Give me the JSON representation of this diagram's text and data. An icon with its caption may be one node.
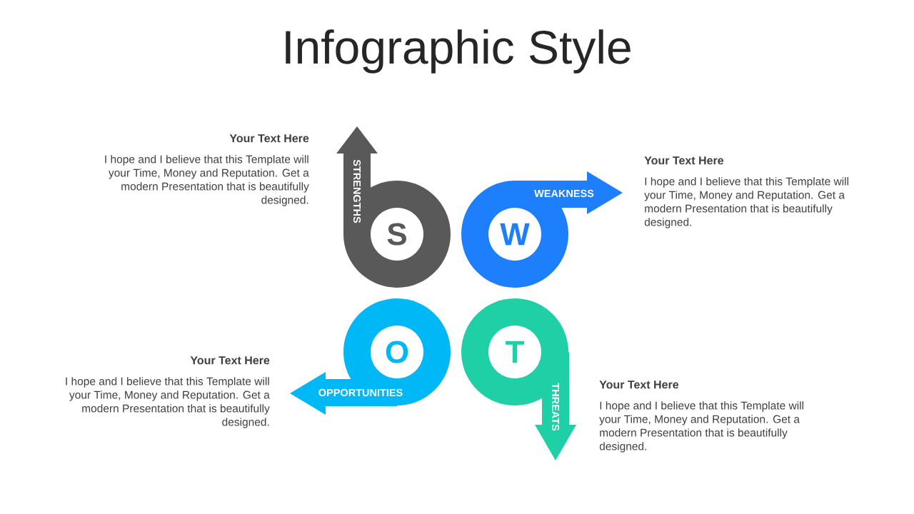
{
  "diagram": {
    "title": "Infographic Style",
    "nodes": [
      {
        "text": [
          "S",
          "STRENGTHS"
        ],
        "beside": [
          "Your Text Here",
          "I hope and I believe that this Template will your Time, Money and Reputation. Get a modern Presentation that is beautifully designed."
        ]
      },
      {
        "text": [
          "W",
          "WEAKNESS"
        ],
        "beside": [
          "Your Text Here",
          "I hope and I believe that this Template will your Time, Money and Reputation. Get a modern Presentation that is beautifully designed."
        ]
      },
      {
        "text": [
          "O",
          "OPPORTUNITIES"
        ],
        "beside": [
          "Your Text Here",
          "I hope and I believe that this Template will your Time, Money and Reputation. Get a modern Presentation that is beautifully designed."
        ]
      },
      {
        "text": [
          "T",
          "THREATS"
        ],
        "beside": [
          "Your Text Here",
          "I hope and I believe that this Template will your Time, Money and Reputation. Get a modern Presentation that is beautifully designed."
        ]
      }
    ]
  }
}
